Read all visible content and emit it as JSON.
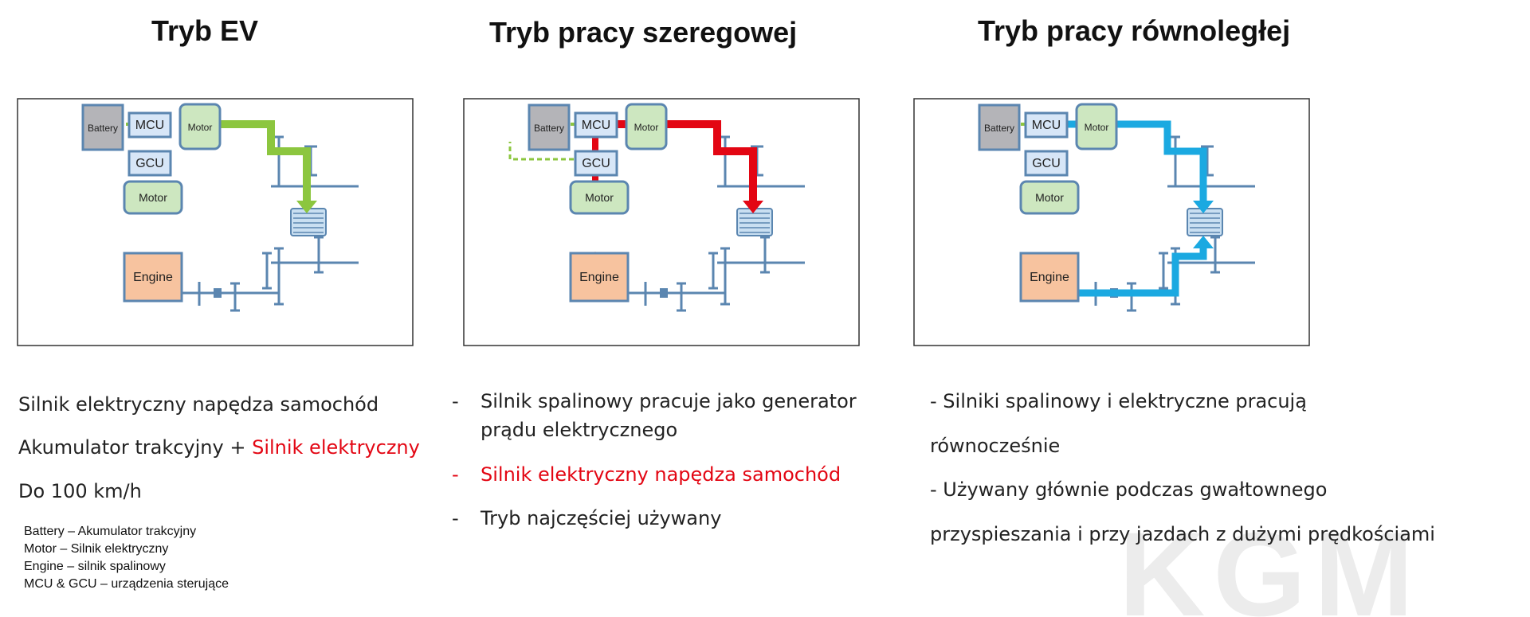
{
  "watermark": {
    "text": "KGM"
  },
  "modes": [
    {
      "title": "Tryb EV",
      "flow_color": "#8cc63f",
      "diagram": {
        "battery": "Battery",
        "mcu": "MCU",
        "motor_top": "Motor",
        "gcu": "GCU",
        "motor_bottom": "Motor",
        "engine": "Engine"
      },
      "lines": [
        "Silnik elektryczny napędza samochód",
        "Akumulator trakcyjny + ",
        "Silnik elektryczny",
        "Do 100 km/h"
      ]
    },
    {
      "title": "Tryb pracy szeregowej",
      "flow_color": "#e30613",
      "diagram": {
        "battery": "Battery",
        "mcu": "MCU",
        "motor_top": "Motor",
        "gcu": "GCU",
        "motor_bottom": "Motor",
        "engine": "Engine"
      },
      "bullets": [
        "Silnik spalinowy pracuje jako generator",
        "prądu elektrycznego",
        "Silnik elektryczny napędza samochód",
        "Tryb najczęściej używany"
      ],
      "dash": "-"
    },
    {
      "title": "Tryb pracy równoległej",
      "flow_color": "#1ba9e1",
      "diagram": {
        "battery": "Battery",
        "mcu": "MCU",
        "motor_top": "Motor",
        "gcu": "GCU",
        "motor_bottom": "Motor",
        "engine": "Engine"
      },
      "lines": [
        "- Silniki spalinowy i elektryczne pracują",
        "równocześnie",
        "- Używany głównie podczas gwałtownego",
        "przyspieszania i przy jazdach z dużymi prędkościami"
      ]
    }
  ],
  "legend": [
    "Battery – Akumulator trakcyjny",
    "Motor – Silnik elektryczny",
    "Engine – silnik spalinowy",
    "MCU & GCU – urządzenia sterujące"
  ]
}
